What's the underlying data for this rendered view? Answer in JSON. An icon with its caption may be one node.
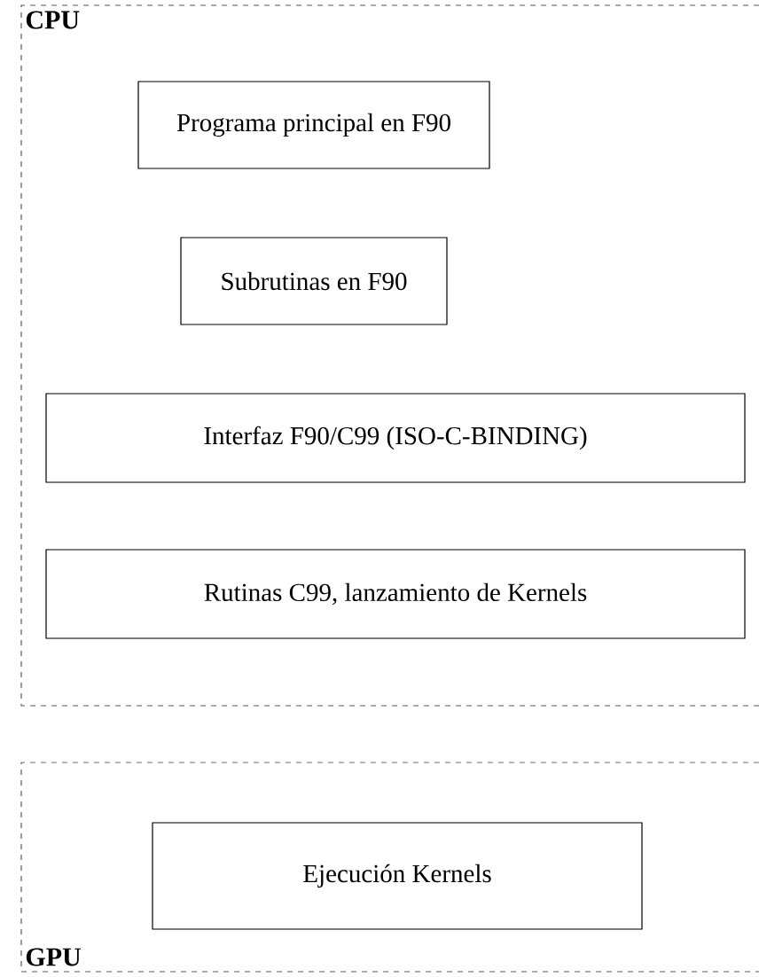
{
  "diagram": {
    "nodes": [
      {
        "text": [
          "CPU"
        ]
      },
      {
        "text": [
          "Programa principal en F90"
        ],
        "in": 0
      },
      {
        "text": [
          "Subrutinas en F90"
        ],
        "in": 0
      },
      {
        "text": [
          "Interfaz F90/C99 (ISO-C-BINDING)"
        ],
        "in": 0
      },
      {
        "text": [
          "Rutinas C99, lanzamiento de Kernels"
        ],
        "in": 0
      },
      {
        "text": [
          "GPU"
        ]
      },
      {
        "text": [
          "Ejecución Kernels"
        ],
        "in": 5
      }
    ]
  }
}
